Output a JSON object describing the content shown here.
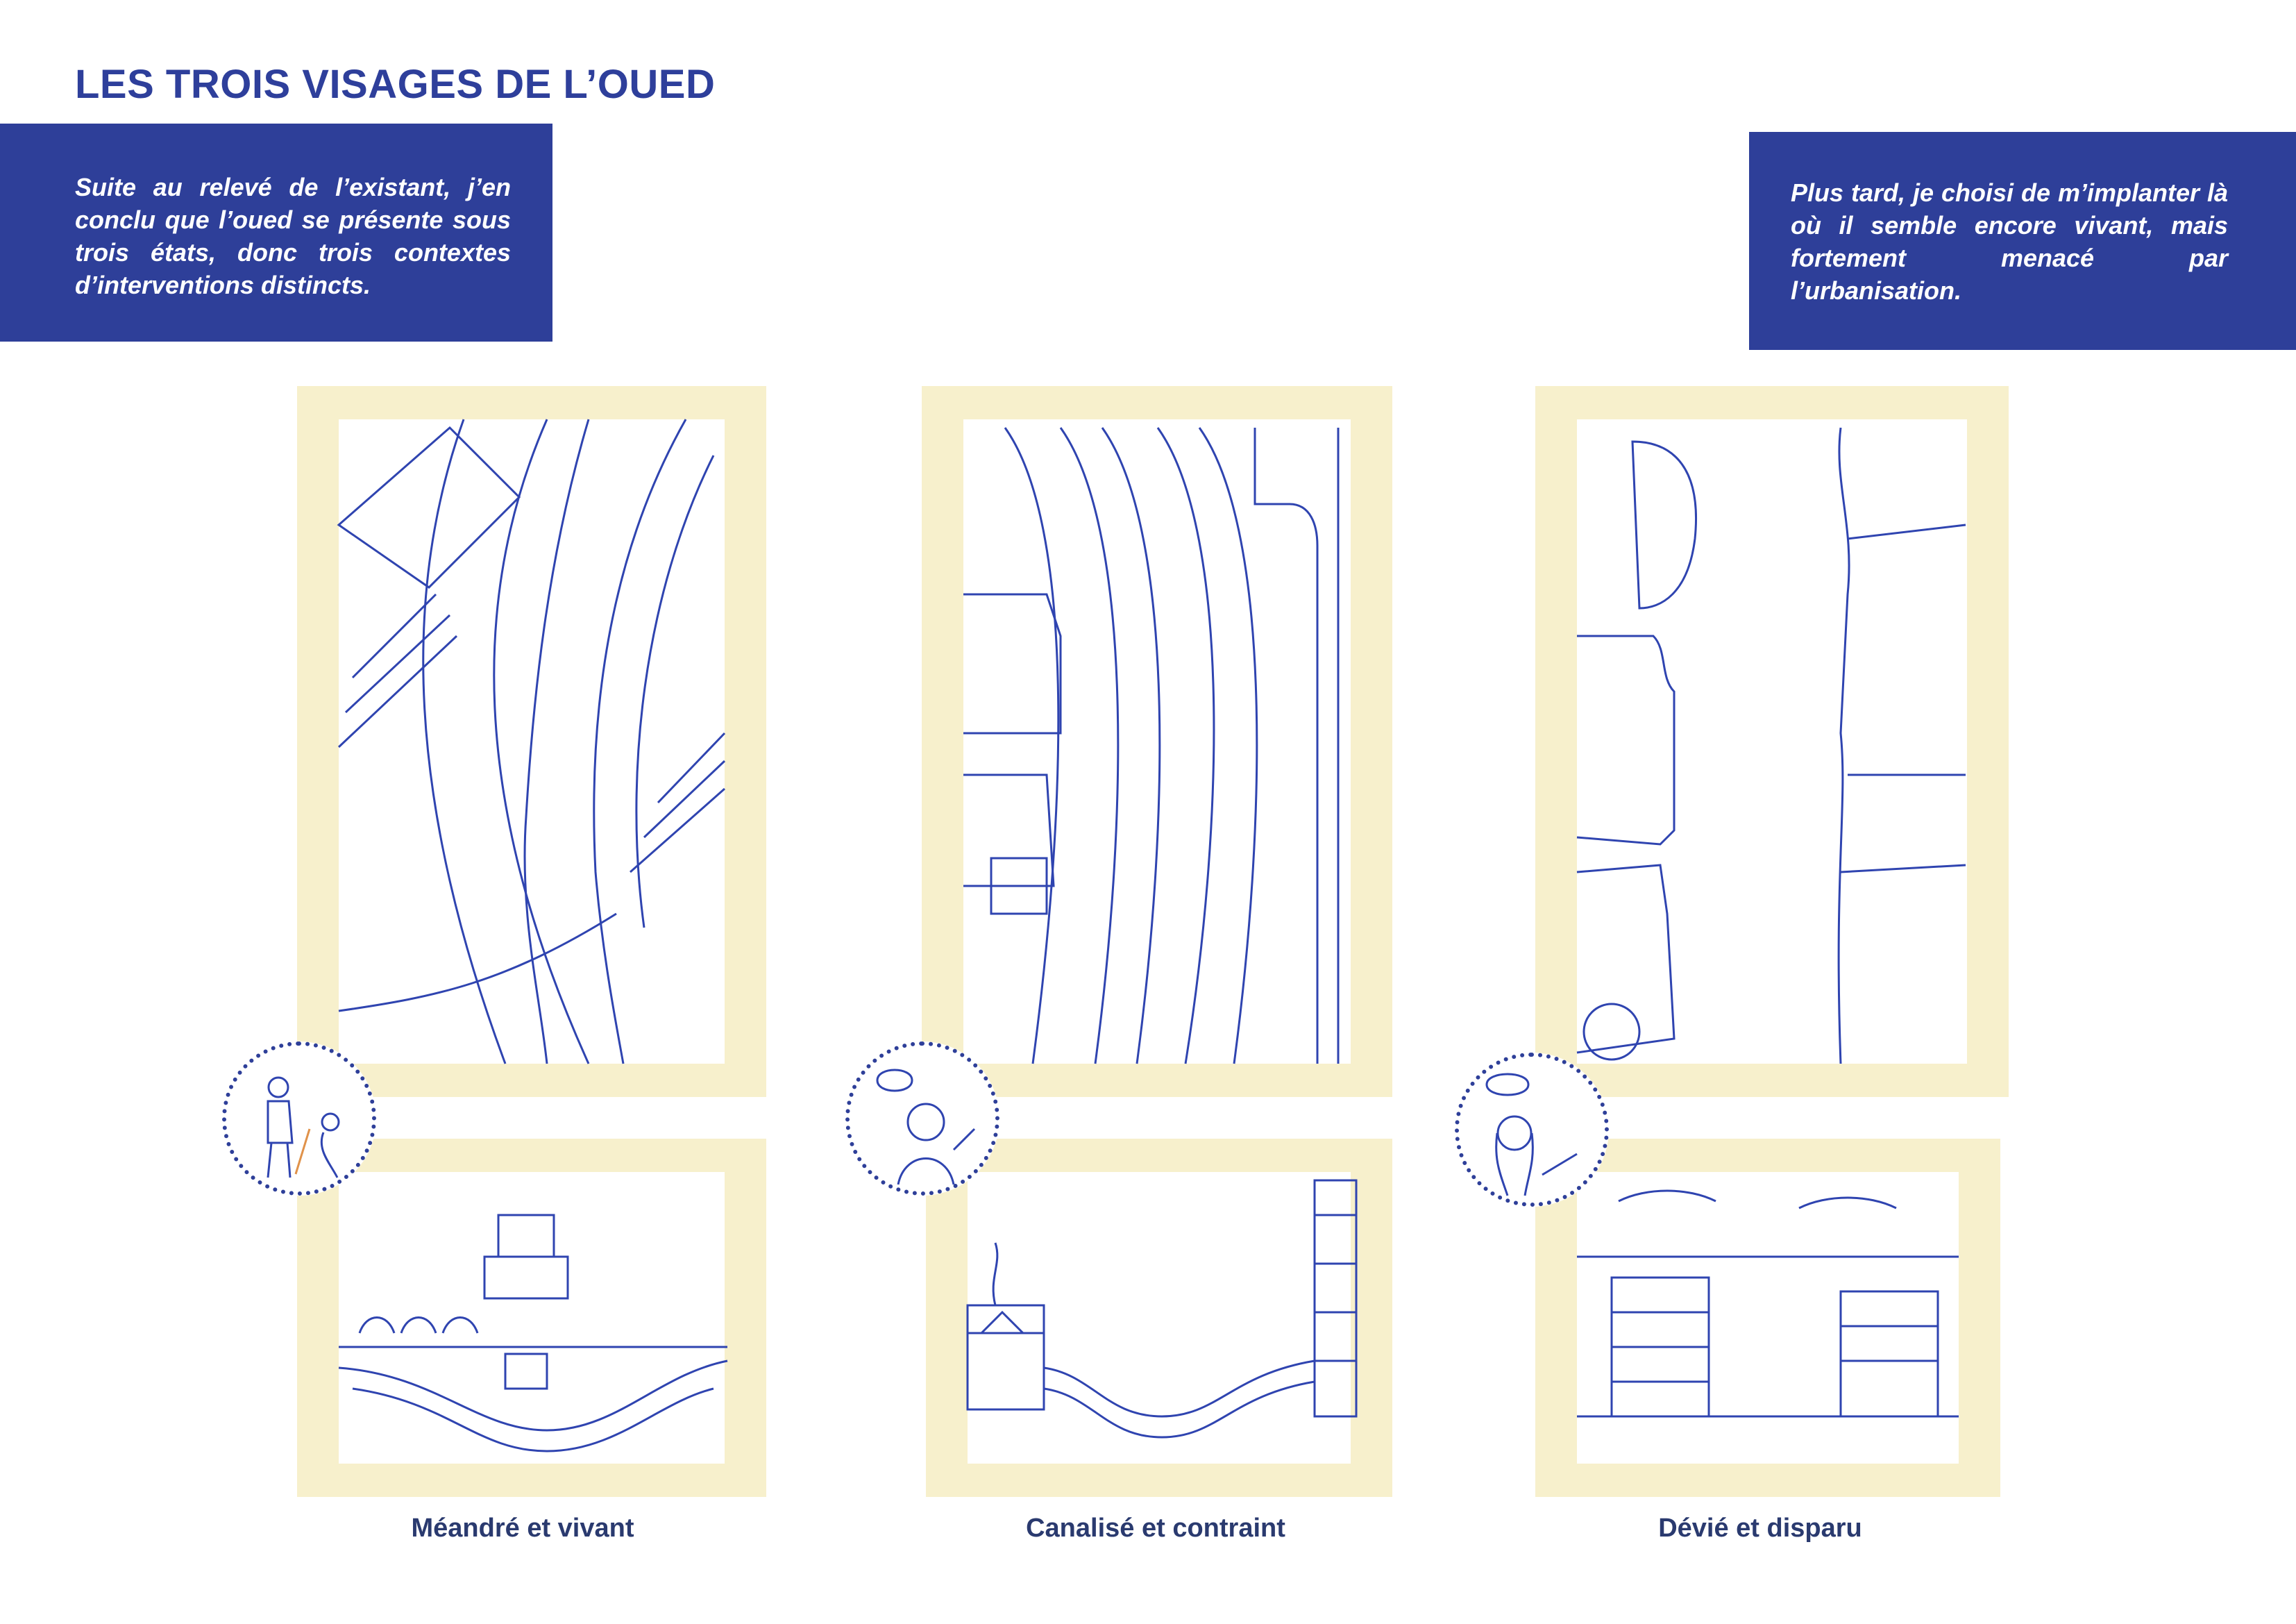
{
  "page": {
    "title": "LES TROIS VISAGES DE L’OUED"
  },
  "intro_box": {
    "text": "Suite au relevé de l’existant, j’en conclu que l’oued se présente sous trois états, donc trois contextes d’interventions distincts."
  },
  "outro_box": {
    "text": "Plus tard, je choisi de m’implanter là où il semble encore vivant, mais fortement menacé par l’urbanisation."
  },
  "colors": {
    "accent": "#2e3f99",
    "paper_tape": "#f7f0cc",
    "ink": "#2f44b0"
  },
  "panels": [
    {
      "caption": "Méandré et vivant"
    },
    {
      "caption": "Canalisé et contraint"
    },
    {
      "caption": "Dévié et disparu"
    }
  ],
  "icons": [
    "person-drawing-icon",
    "speech-bubble-icon"
  ]
}
